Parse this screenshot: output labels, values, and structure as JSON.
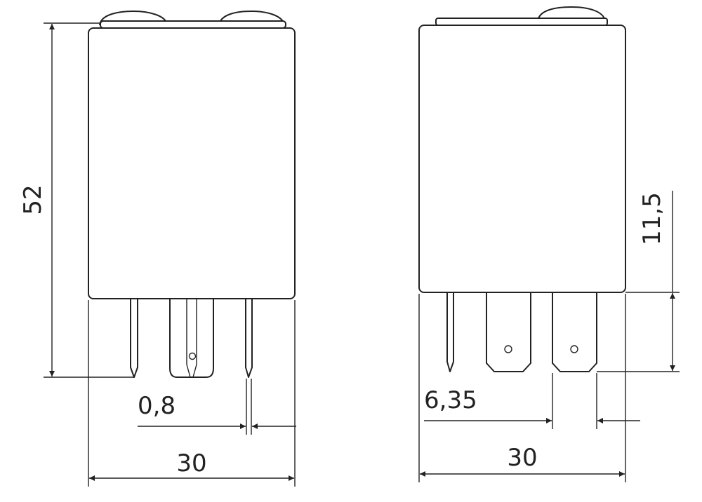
{
  "dimensions": {
    "height_total": "52",
    "width_left": "30",
    "pin_thickness": "0,8",
    "width_right": "30",
    "terminal_pitch": "6,35",
    "pin_length": "11,5"
  },
  "colors": {
    "line": "#222222",
    "background": "#ffffff"
  }
}
